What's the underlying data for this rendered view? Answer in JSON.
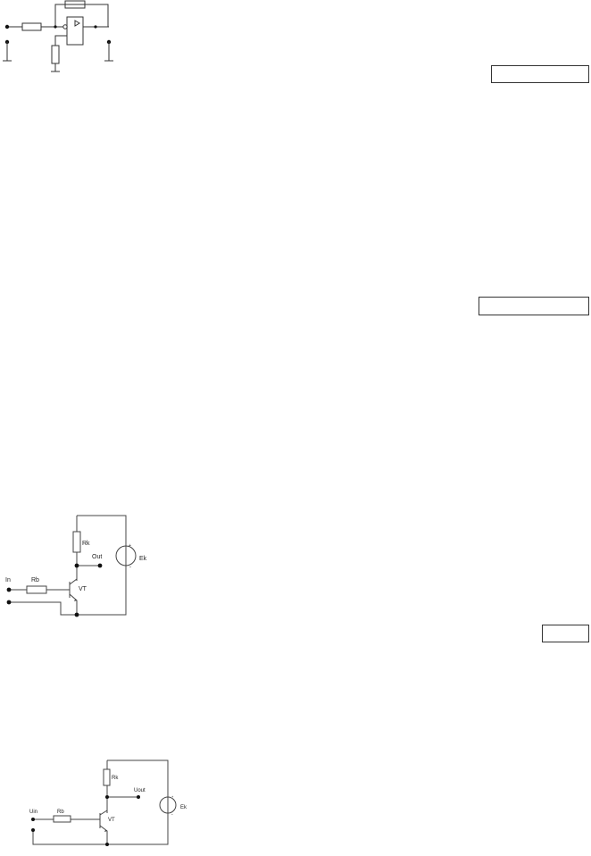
{
  "circuit3": {
    "labels": {
      "in": "In",
      "rb": "Rb",
      "rk": "Rk",
      "out": "Out",
      "vt": "VT",
      "ek": "Ek",
      "plus": "+",
      "minus": "-"
    }
  },
  "circuit4": {
    "labels": {
      "uin": "Uin",
      "rb": "Rb",
      "rk": "Rk",
      "uout": "Uout",
      "vt": "VT",
      "ek": "Ek",
      "plus": "+",
      "minus": "-"
    }
  },
  "answer_boxes": [
    "",
    "",
    ""
  ]
}
